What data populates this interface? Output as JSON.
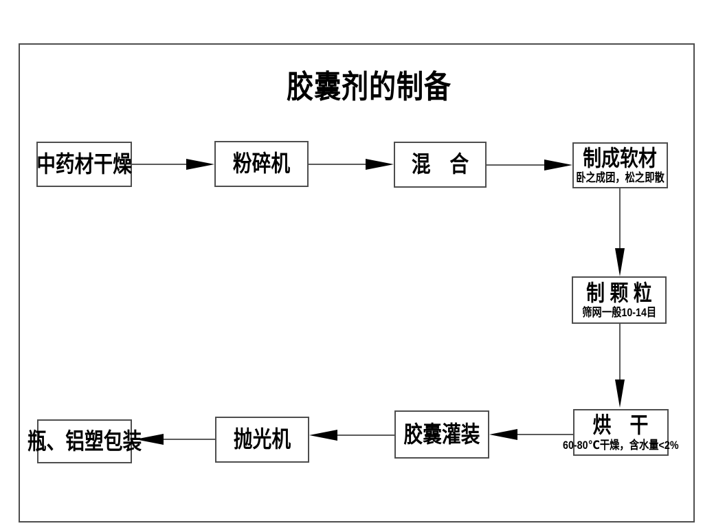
{
  "diagram": {
    "title": "胶囊剂的制备",
    "type": "process-flowchart",
    "nodes": [
      {
        "id": "herb-drying",
        "label": "中药材干燥",
        "sublabel": ""
      },
      {
        "id": "pulverizer",
        "label": "粉碎机",
        "sublabel": ""
      },
      {
        "id": "mixing",
        "label": "混　合",
        "sublabel": ""
      },
      {
        "id": "soft-material",
        "label": "制成软材",
        "sublabel": "卧之成团，松之即散"
      },
      {
        "id": "granulation",
        "label": "制 颗 粒",
        "sublabel": "筛网一般10-14目"
      },
      {
        "id": "oven-drying",
        "label": "烘　干",
        "sublabel": "60-80℃干燥，含水量<2%"
      },
      {
        "id": "capsule-filling",
        "label": "胶囊灌装",
        "sublabel": ""
      },
      {
        "id": "polishing",
        "label": "抛光机",
        "sublabel": ""
      },
      {
        "id": "packaging",
        "label": "瓶、铝塑包装",
        "sublabel": ""
      }
    ],
    "edges": [
      {
        "from": "中药材干燥",
        "to": "粉碎机",
        "direction": "right"
      },
      {
        "from": "粉碎机",
        "to": "混合",
        "direction": "right"
      },
      {
        "from": "混合",
        "to": "制成软材",
        "direction": "right"
      },
      {
        "from": "制成软材",
        "to": "制颗粒",
        "direction": "down"
      },
      {
        "from": "制颗粒",
        "to": "烘干",
        "direction": "down"
      },
      {
        "from": "烘干",
        "to": "胶囊灌装",
        "direction": "left"
      },
      {
        "from": "胶囊灌装",
        "to": "抛光机",
        "direction": "left"
      },
      {
        "from": "抛光机",
        "to": "瓶、铝塑包装",
        "direction": "left"
      }
    ]
  },
  "colors": {
    "background": "#ffffff",
    "text": "#000000",
    "box_border": "#4d4d4d",
    "line": "#5a5a5a",
    "arrowhead": "#000000"
  }
}
